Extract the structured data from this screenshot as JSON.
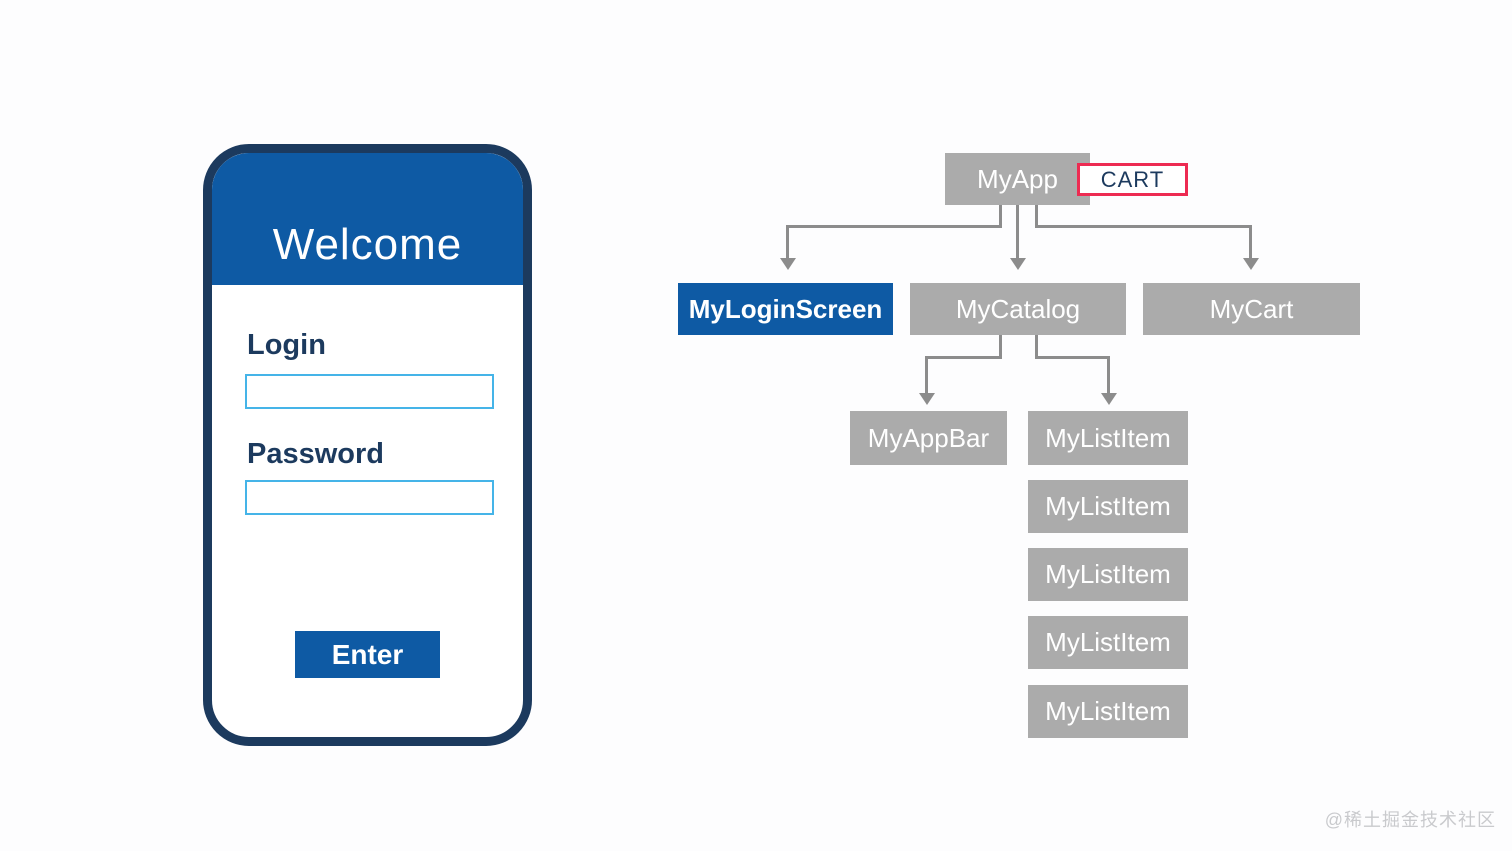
{
  "phone": {
    "header_title": "Welcome",
    "login_label": "Login",
    "login_value": "",
    "password_label": "Password",
    "password_value": "",
    "enter_button": "Enter"
  },
  "diagram": {
    "root": {
      "label": "MyApp"
    },
    "cart_badge": {
      "label": "CART"
    },
    "children": [
      {
        "label": "MyLoginScreen",
        "highlighted": true
      },
      {
        "label": "MyCatalog",
        "highlighted": false
      },
      {
        "label": "MyCart",
        "highlighted": false
      }
    ],
    "catalog_children": [
      {
        "label": "MyAppBar"
      },
      {
        "label": "MyListItem"
      }
    ],
    "extra_list_items": [
      {
        "label": "MyListItem"
      },
      {
        "label": "MyListItem"
      },
      {
        "label": "MyListItem"
      },
      {
        "label": "MyListItem"
      }
    ]
  },
  "watermark": "@稀土掘金技术社区",
  "colors": {
    "brand_blue": "#0e5aa4",
    "navy": "#1c3a5e",
    "input_border_blue": "#45b4e8",
    "node_gray": "#ababab",
    "connector_gray": "#8c8c8c",
    "cart_border_red": "#ed2b52",
    "watermark_gray": "#c9cacd"
  }
}
